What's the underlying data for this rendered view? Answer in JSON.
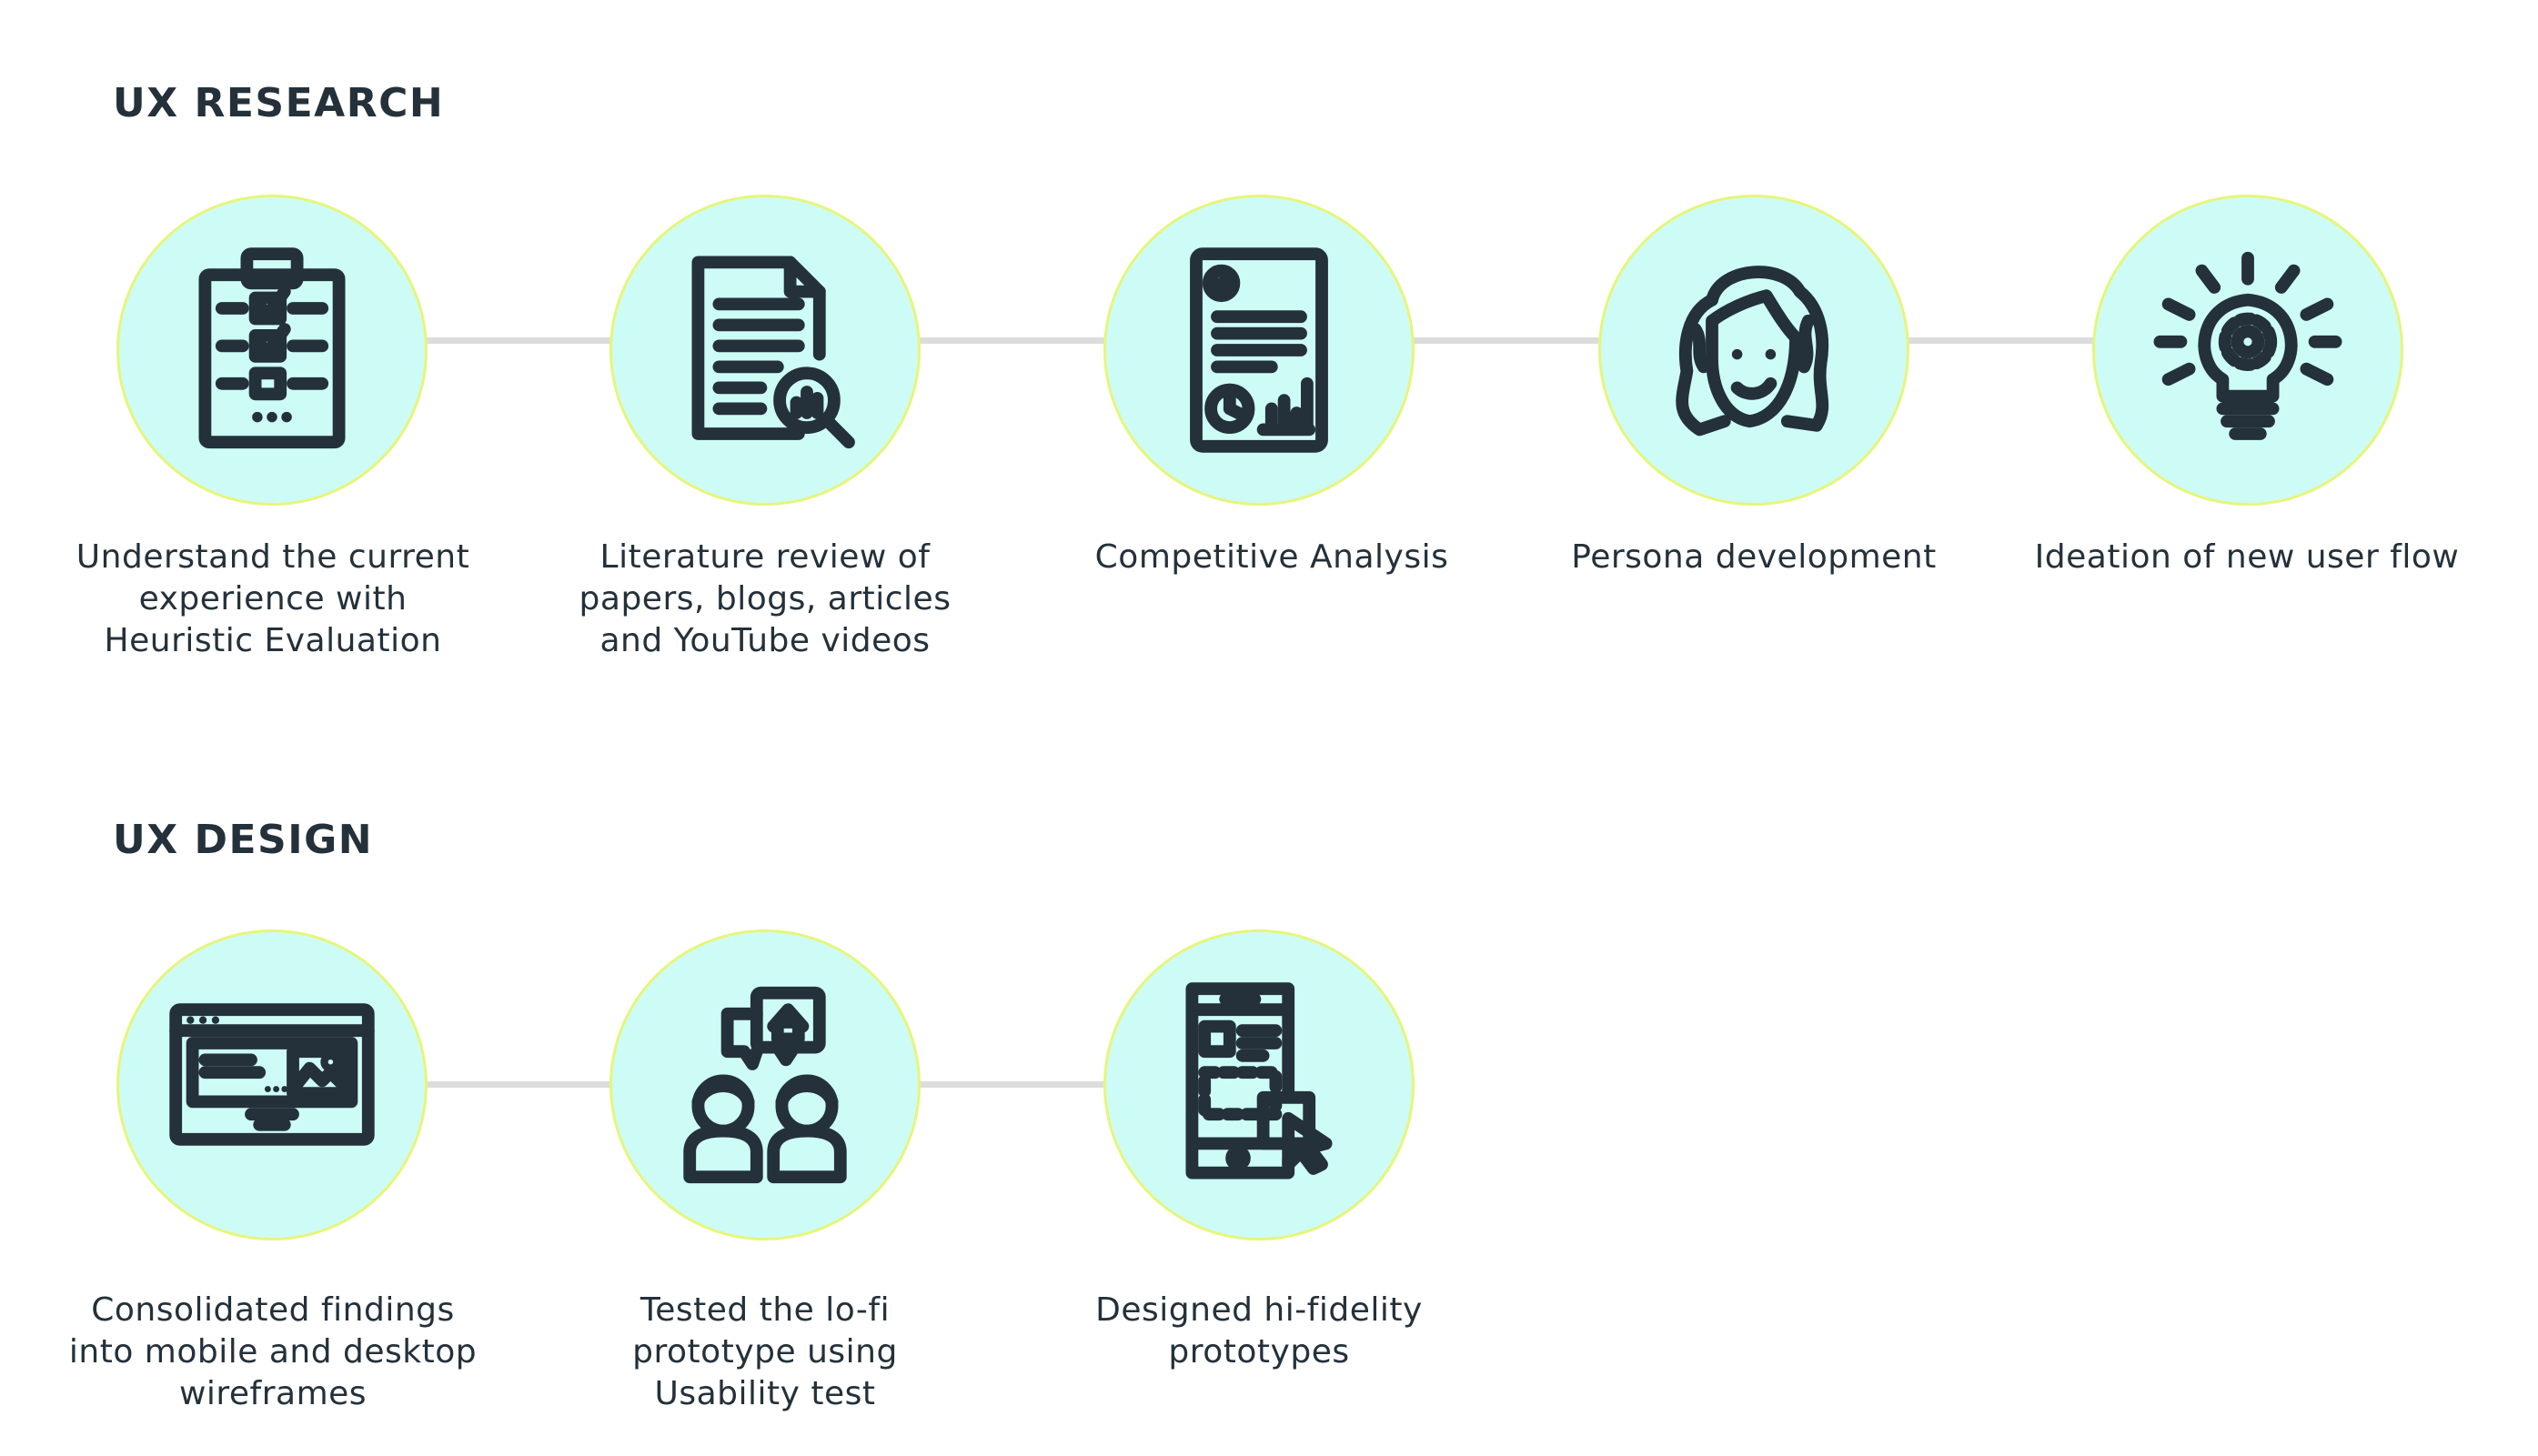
{
  "sections": [
    {
      "title": "UX RESEARCH",
      "steps": [
        {
          "icon": "clipboard-checklist-icon",
          "caption": "Understand the current\nexperience with\nHeuristic Evaluation"
        },
        {
          "icon": "document-search-icon",
          "caption": "Literature review of\npapers, blogs, articles\nand YouTube videos"
        },
        {
          "icon": "report-chart-icon",
          "caption": "Competitive Analysis"
        },
        {
          "icon": "persona-face-icon",
          "caption": "Persona development"
        },
        {
          "icon": "lightbulb-gear-icon",
          "caption": "Ideation of new user flow"
        }
      ]
    },
    {
      "title": "UX DESIGN",
      "steps": [
        {
          "icon": "browser-wireframe-icon",
          "caption": "Consolidated findings\ninto mobile and desktop\nwireframes"
        },
        {
          "icon": "users-discussion-icon",
          "caption": "Tested the lo-fi\nprototype using\nUsability test"
        },
        {
          "icon": "mobile-prototype-icon",
          "caption": "Designed hi-fidelity\nprototypes"
        }
      ]
    }
  ],
  "colors": {
    "circle_fill": "#cdfcf6",
    "circle_border": "#e7f57a",
    "connector": "#dcdcdc",
    "text": "#24313a"
  }
}
